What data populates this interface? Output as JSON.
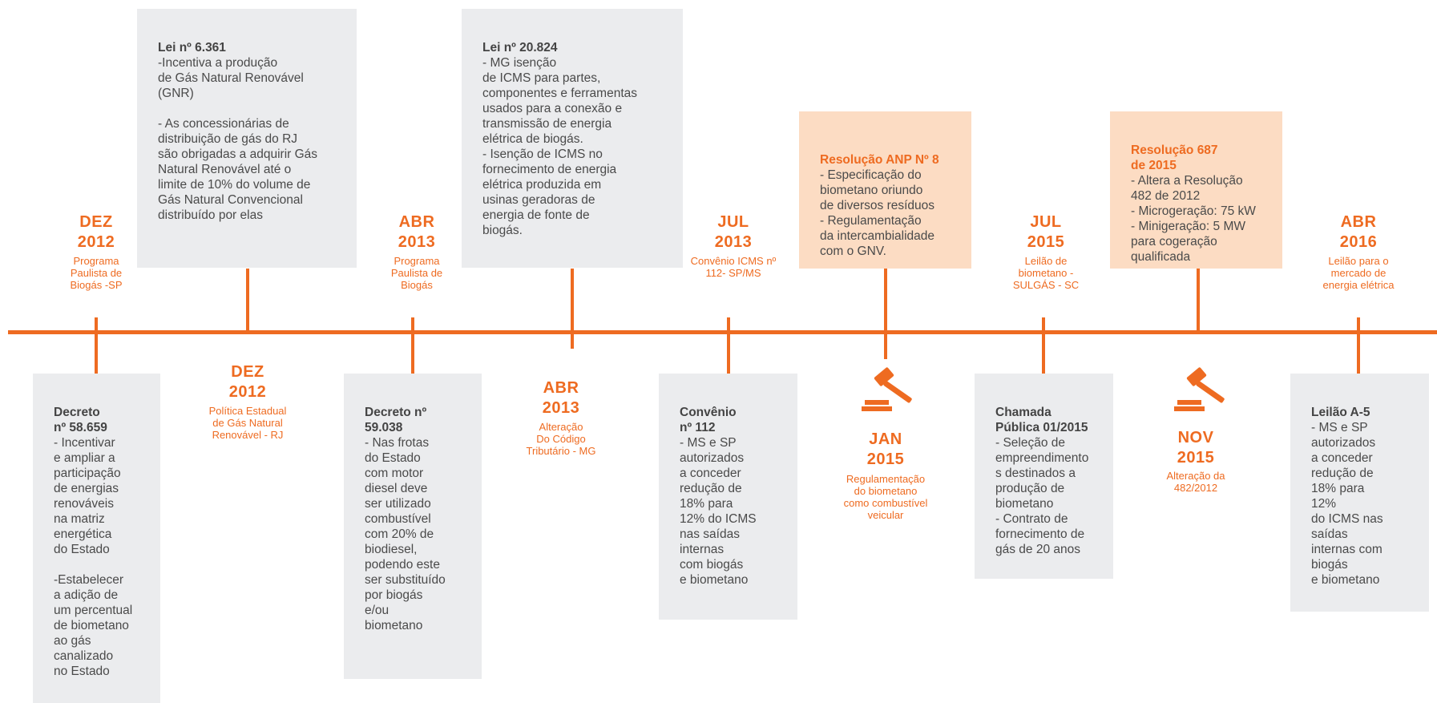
{
  "boxes": [
    {
      "title": "Lei nº 6.361",
      "body": "-Incentiva a produção\nde Gás Natural Renovável\n(GNR)\n\n- As concessionárias de\ndistribuição de gás do RJ\nsão obrigadas a adquirir Gás\nNatural Renovável até o\nlimite de 10% do volume de\nGás Natural Convencional\ndistribuído por elas"
    },
    {
      "title": "Lei nº 20.824",
      "body": "- MG isenção\nde ICMS para partes,\ncomponentes e ferramentas\nusados para a conexão e\ntransmissão de energia\nelétrica de biogás.\n- Isenção de ICMS no\nfornecimento de energia\nelétrica produzida em\nusinas geradoras de\nenergia de fonte  de\nbiogás."
    },
    {
      "title": "Resolução ANP Nº 8",
      "body": "- Especificação do\nbiometano oriundo\nde diversos resíduos\n- Regulamentação\nda intercambialidade\ncom o GNV."
    },
    {
      "title": "Resolução 687\nde 2015",
      "body": "- Altera a Resolução\n482 de 2012\n- Microgeração: 75 kW\n- Minigeração: 5 MW\npara cogeração\nqualificada"
    },
    {
      "title": "Decreto\nnº 58.659",
      "body": "- Incentivar\ne ampliar a\nparticipação\nde energias\nrenováveis\n na matriz\nenergética\ndo Estado\n\n-Estabelecer\na adição de\num percentual\nde biometano\nao gás\ncanalizado\nno Estado"
    },
    {
      "title": "Decreto nº\n59.038",
      "body": "- Nas frotas\ndo Estado\ncom motor\ndiesel deve\nser utilizado\ncombustível\ncom 20% de\nbiodiesel,\npodendo este\nser substituído\npor biogás\ne/ou\nbiometano"
    },
    {
      "title": "Convênio\nnº 112",
      "body": "- MS e SP\nautorizados\na conceder\nredução de\n18% para\n12% do ICMS\nnas saídas\ninternas\ncom biogás\ne biometano"
    },
    {
      "title": "Chamada\nPública 01/2015",
      "body": "- Seleção de\nempreendimento\ns destinados a\nprodução de\nbiometano\n- Contrato de\nfornecimento de\ngás de 20 anos"
    },
    {
      "title": "Leilão A-5",
      "body": "- MS e SP\nautorizados\na conceder\nredução de\n18% para\n12%\ndo ICMS nas\nsaídas\ninternas com\nbiogás\ne biometano"
    }
  ],
  "events": [
    {
      "date": "DEZ\n2012",
      "desc": "Programa\nPaulista de\nBiogás -SP"
    },
    {
      "date": "ABR\n2013",
      "desc": "Programa\nPaulista de\nBiogás"
    },
    {
      "date": "JUL\n2013",
      "desc": "Convênio ICMS nº\n112- SP/MS"
    },
    {
      "date": "JUL\n2015",
      "desc": "Leilão de\nbiometano -\nSULGÁS - SC"
    },
    {
      "date": "ABR\n2016",
      "desc": "Leilão para o\nmercado de\nenergia elétrica"
    },
    {
      "date": "DEZ\n2012",
      "desc": "Política Estadual\nde Gás Natural\nRenovável - RJ"
    },
    {
      "date": "ABR\n2013",
      "desc": "Alteração\nDo Código\nTributário - MG"
    },
    {
      "date": "JAN\n2015",
      "desc": "Regulamentação\ndo biometano\ncomo combustível\nveicular"
    },
    {
      "date": "NOV\n2015",
      "desc": "Alteração da\n482/2012"
    }
  ],
  "colors": {
    "accent": "#ee6b21",
    "box": "#ebecee",
    "highlight": "#fcdcc3"
  },
  "icons": [
    "gavel-icon",
    "gavel-icon"
  ]
}
